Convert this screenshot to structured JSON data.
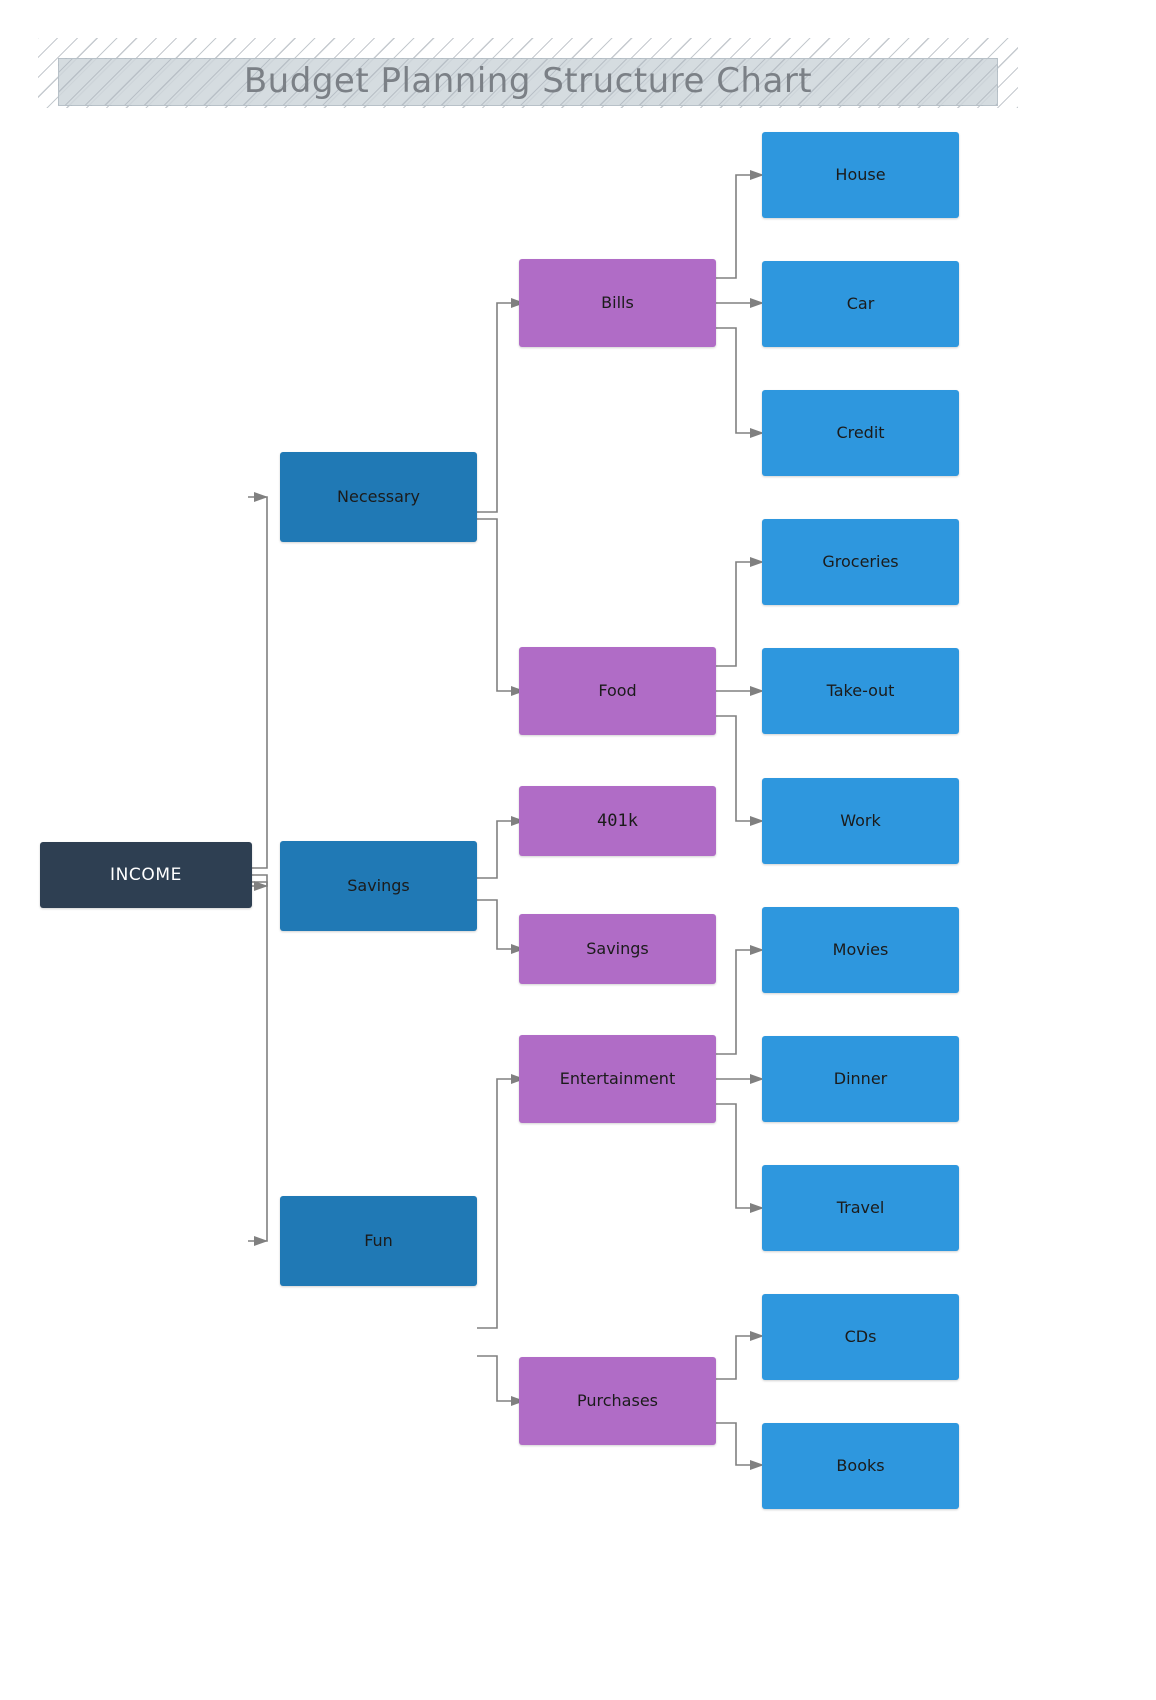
{
  "title": "Budget Planning Structure Chart",
  "colors": {
    "root": "#2e3f52",
    "level1": "#2079b5",
    "level2": "#b06cc6",
    "leaf": "#2e97de",
    "connector": "#808080",
    "banner_fill": "#ced6db",
    "banner_text": "#7b8086",
    "background": "#ffffff"
  },
  "chart_data": {
    "type": "diagram",
    "diagram_type": "tree",
    "orientation": "left-to-right",
    "title": "Budget Planning Structure Chart",
    "root": "INCOME",
    "nodes": [
      {
        "id": "income",
        "label": "INCOME",
        "level": 0,
        "color": "#2e3f52"
      },
      {
        "id": "necessary",
        "label": "Necessary",
        "level": 1,
        "color": "#2079b5"
      },
      {
        "id": "savings1",
        "label": "Savings",
        "level": 1,
        "color": "#2079b5"
      },
      {
        "id": "fun",
        "label": "Fun",
        "level": 1,
        "color": "#2079b5"
      },
      {
        "id": "bills",
        "label": "Bills",
        "level": 2,
        "color": "#b06cc6"
      },
      {
        "id": "food",
        "label": "Food",
        "level": 2,
        "color": "#b06cc6"
      },
      {
        "id": "k401",
        "label": "401k",
        "level": 2,
        "color": "#b06cc6"
      },
      {
        "id": "savings2",
        "label": "Savings",
        "level": 2,
        "color": "#b06cc6"
      },
      {
        "id": "entertainment",
        "label": "Entertainment",
        "level": 2,
        "color": "#b06cc6"
      },
      {
        "id": "purchases",
        "label": "Purchases",
        "level": 2,
        "color": "#b06cc6"
      },
      {
        "id": "house",
        "label": "House",
        "level": 3,
        "color": "#2e97de"
      },
      {
        "id": "car",
        "label": "Car",
        "level": 3,
        "color": "#2e97de"
      },
      {
        "id": "credit",
        "label": "Credit",
        "level": 3,
        "color": "#2e97de"
      },
      {
        "id": "groceries",
        "label": "Groceries",
        "level": 3,
        "color": "#2e97de"
      },
      {
        "id": "takeout",
        "label": "Take-out",
        "level": 3,
        "color": "#2e97de"
      },
      {
        "id": "work",
        "label": "Work",
        "level": 3,
        "color": "#2e97de"
      },
      {
        "id": "movies",
        "label": "Movies",
        "level": 3,
        "color": "#2e97de"
      },
      {
        "id": "dinner",
        "label": "Dinner",
        "level": 3,
        "color": "#2e97de"
      },
      {
        "id": "travel",
        "label": "Travel",
        "level": 3,
        "color": "#2e97de"
      },
      {
        "id": "cds",
        "label": "CDs",
        "level": 3,
        "color": "#2e97de"
      },
      {
        "id": "books",
        "label": "Books",
        "level": 3,
        "color": "#2e97de"
      }
    ],
    "edges": [
      {
        "from": "income",
        "to": "necessary"
      },
      {
        "from": "income",
        "to": "savings1"
      },
      {
        "from": "income",
        "to": "fun"
      },
      {
        "from": "necessary",
        "to": "bills"
      },
      {
        "from": "necessary",
        "to": "food"
      },
      {
        "from": "savings1",
        "to": "k401"
      },
      {
        "from": "savings1",
        "to": "savings2"
      },
      {
        "from": "fun",
        "to": "entertainment"
      },
      {
        "from": "fun",
        "to": "purchases"
      },
      {
        "from": "bills",
        "to": "house"
      },
      {
        "from": "bills",
        "to": "car"
      },
      {
        "from": "bills",
        "to": "credit"
      },
      {
        "from": "food",
        "to": "groceries"
      },
      {
        "from": "food",
        "to": "takeout"
      },
      {
        "from": "food",
        "to": "work"
      },
      {
        "from": "entertainment",
        "to": "movies"
      },
      {
        "from": "entertainment",
        "to": "dinner"
      },
      {
        "from": "entertainment",
        "to": "travel"
      },
      {
        "from": "purchases",
        "to": "cds"
      },
      {
        "from": "purchases",
        "to": "books"
      }
    ]
  },
  "nodes": {
    "income": "INCOME",
    "necessary": "Necessary",
    "savings1": "Savings",
    "fun": "Fun",
    "bills": "Bills",
    "food": "Food",
    "k401": "401k",
    "savings2": "Savings",
    "entertainment": "Entertainment",
    "purchases": "Purchases",
    "house": "House",
    "car": "Car",
    "credit": "Credit",
    "groceries": "Groceries",
    "takeout": "Take-out",
    "work": "Work",
    "movies": "Movies",
    "dinner": "Dinner",
    "travel": "Travel",
    "cds": "CDs",
    "books": "Books"
  }
}
